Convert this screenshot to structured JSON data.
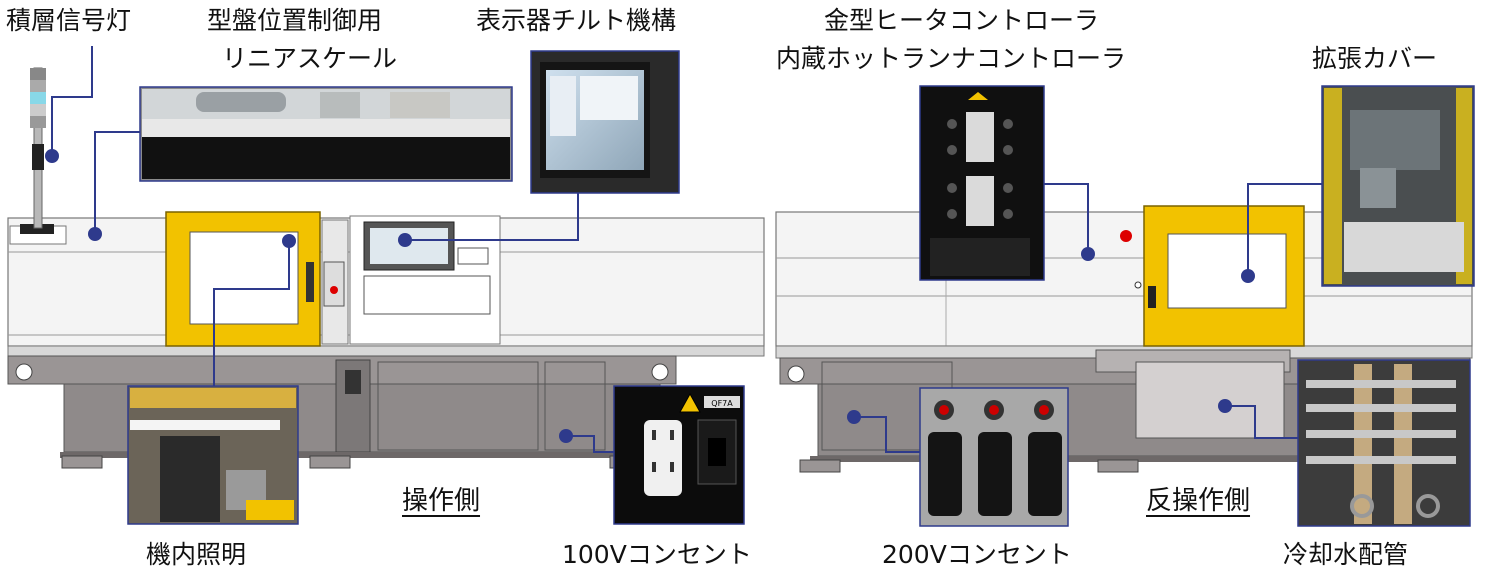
{
  "labels": {
    "stack_light": "積層信号灯",
    "linear_scale_line1": "型盤位置制御用",
    "linear_scale_line2": "リニアスケール",
    "display_tilt": "表示器チルト機構",
    "mold_heater_line1": "金型ヒータコントローラ",
    "mold_heater_line2": "内蔵ホットランナコントローラ",
    "expansion_cover": "拡張カバー",
    "interior_light": "機内照明",
    "outlet_100v": "100Vコンセント",
    "outlet_200v": "200Vコンセント",
    "cooling_water": "冷却水配管",
    "operator_side": "操作側",
    "non_operator_side": "反操作側"
  },
  "inset_text": {
    "breaker_tag": "QF7A"
  },
  "colors": {
    "callout": "#2e3a8c",
    "guard_yellow": "#f2c200",
    "machine_body": "#f4f4f4",
    "base_gray": "#8f8a8a"
  }
}
